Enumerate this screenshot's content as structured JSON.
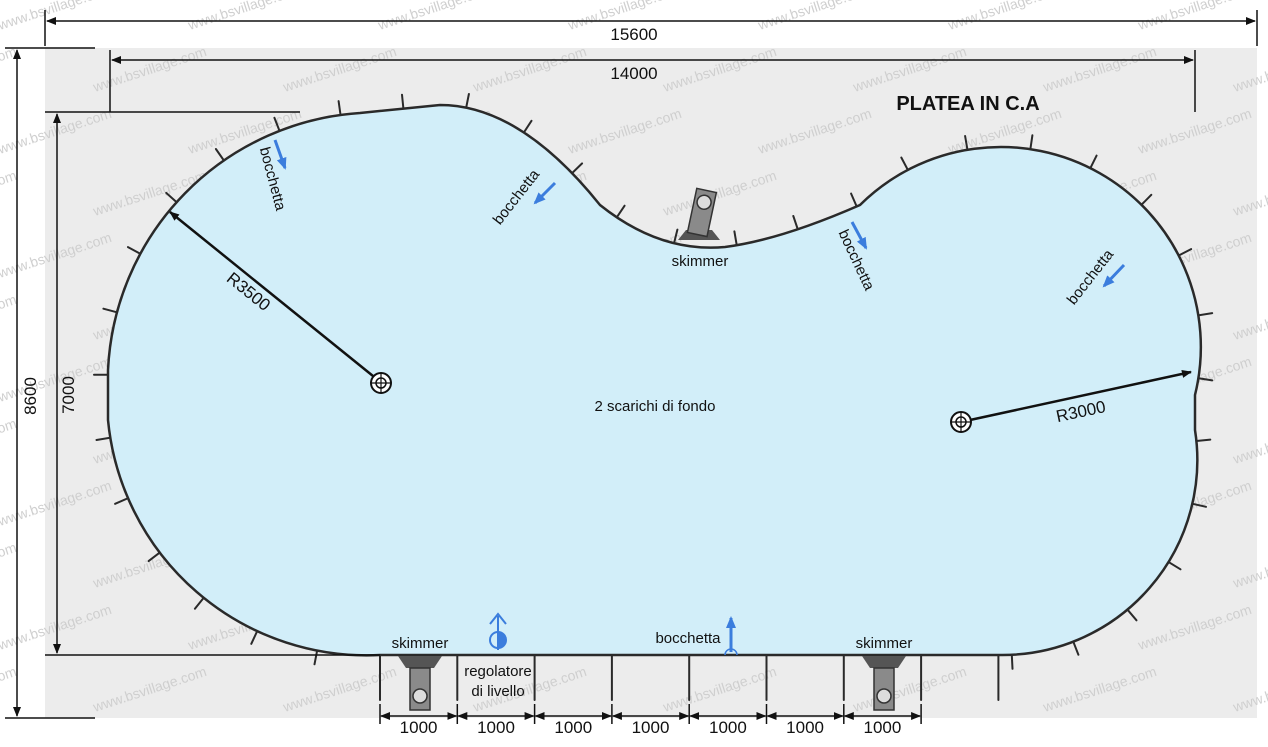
{
  "colors": {
    "platea": "#ececec",
    "water": "#d2eef9",
    "outline": "#2a2a2a",
    "arrow": "#3b7ddd",
    "watermark": "#cfcfcf"
  },
  "title": "PLATEA IN C.A",
  "watermark": "www.bsvillage.com",
  "dimensions": {
    "overall_width": "15600",
    "pool_width": "14000",
    "overall_height": "8600",
    "pool_height": "7000",
    "radius_left": "R3500",
    "radius_right": "R3000",
    "segment": "1000"
  },
  "labels": {
    "bocchetta": "bocchetta",
    "skimmer": "skimmer",
    "regolatore_line1": "regolatore",
    "regolatore_line2": "di livello",
    "drains": "2 scarichi di fondo"
  }
}
